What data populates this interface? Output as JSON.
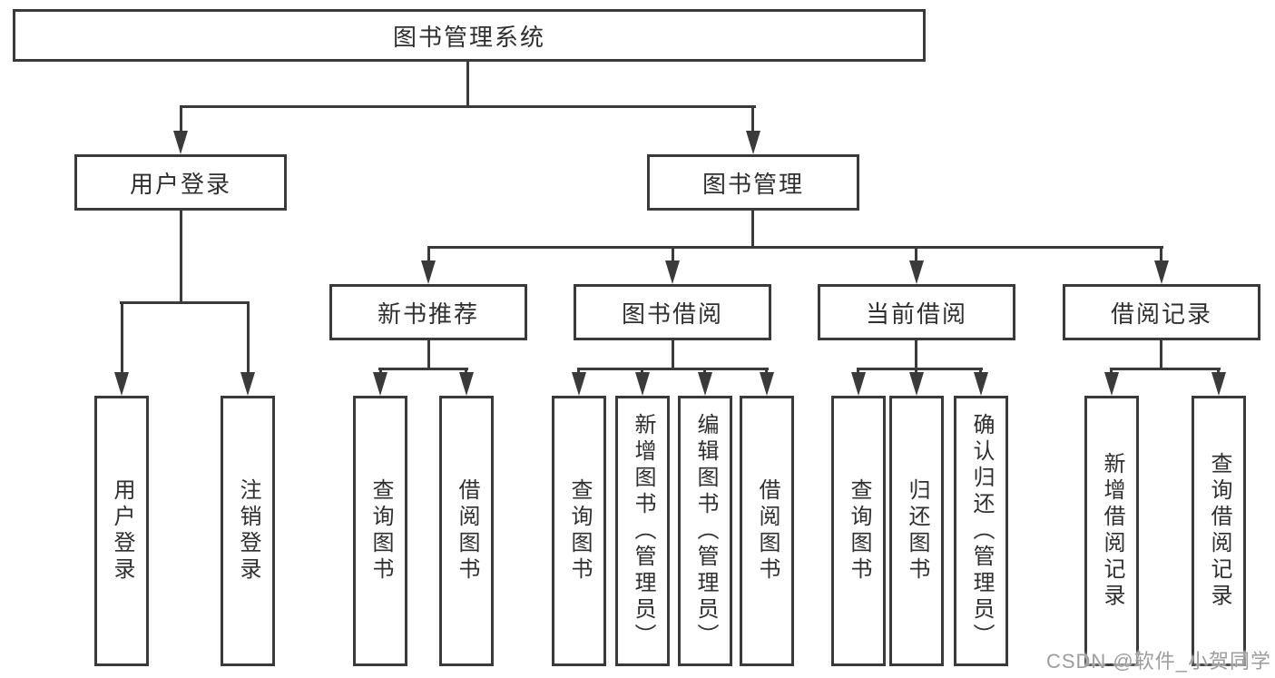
{
  "tree": {
    "root": "图书管理系统",
    "user_login": {
      "label": "用户登录",
      "children": [
        "用户登录",
        "注销登录"
      ]
    },
    "book_management": {
      "label": "图书管理",
      "sections": [
        {
          "label": "新书推荐",
          "children": [
            "查询图书",
            "借阅图书"
          ]
        },
        {
          "label": "图书借阅",
          "children": [
            "查询图书",
            "新增图书（管理员）",
            "编辑图书（管理员）",
            "借阅图书"
          ]
        },
        {
          "label": "当前借阅",
          "children": [
            "查询图书",
            "归还图书",
            "确认归还（管理员）"
          ]
        },
        {
          "label": "借阅记录",
          "children": [
            "新增借阅记录",
            "查询借阅记录"
          ]
        }
      ]
    }
  },
  "watermark": "CSDN @软件_小贺同学",
  "colors": {
    "line": "#3a3a3a",
    "text": "#2f2f2f",
    "watermark": "#9d9d9d",
    "background": "#ffffff"
  }
}
